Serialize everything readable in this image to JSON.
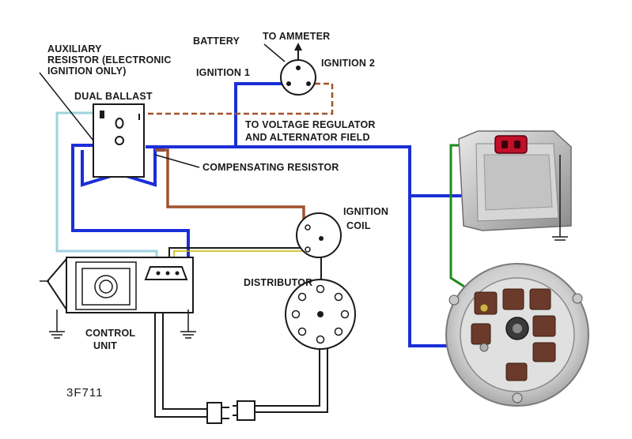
{
  "labels": {
    "auxiliary_resistor": [
      "AUXILIARY",
      "RESISTOR (ELECTRONIC",
      "IGNITION ONLY)"
    ],
    "dual_ballast": "DUAL BALLAST",
    "battery": "BATTERY",
    "to_ammeter": "TO AMMETER",
    "ignition_1": "IGNITION 1",
    "ignition_2": "IGNITION 2",
    "voltage_regulator": [
      "TO VOLTAGE REGULATOR",
      "AND ALTERNATOR FIELD"
    ],
    "compensating_resistor": "COMPENSATING RESISTOR",
    "ignition_coil": [
      "IGNITION",
      "COIL"
    ],
    "distributor": "DISTRIBUTOR",
    "control_unit": [
      "CONTROL",
      "UNIT"
    ],
    "figure_code": "3F711"
  },
  "colors": {
    "blue_wire": "#1a2fd8",
    "green_wire": "#1f8a1f",
    "brown_wire": "#a0522d",
    "light_blue_wire": "#9fd3dc",
    "black_wire": "#1a1a1a",
    "connector_red": "#c0102a"
  }
}
